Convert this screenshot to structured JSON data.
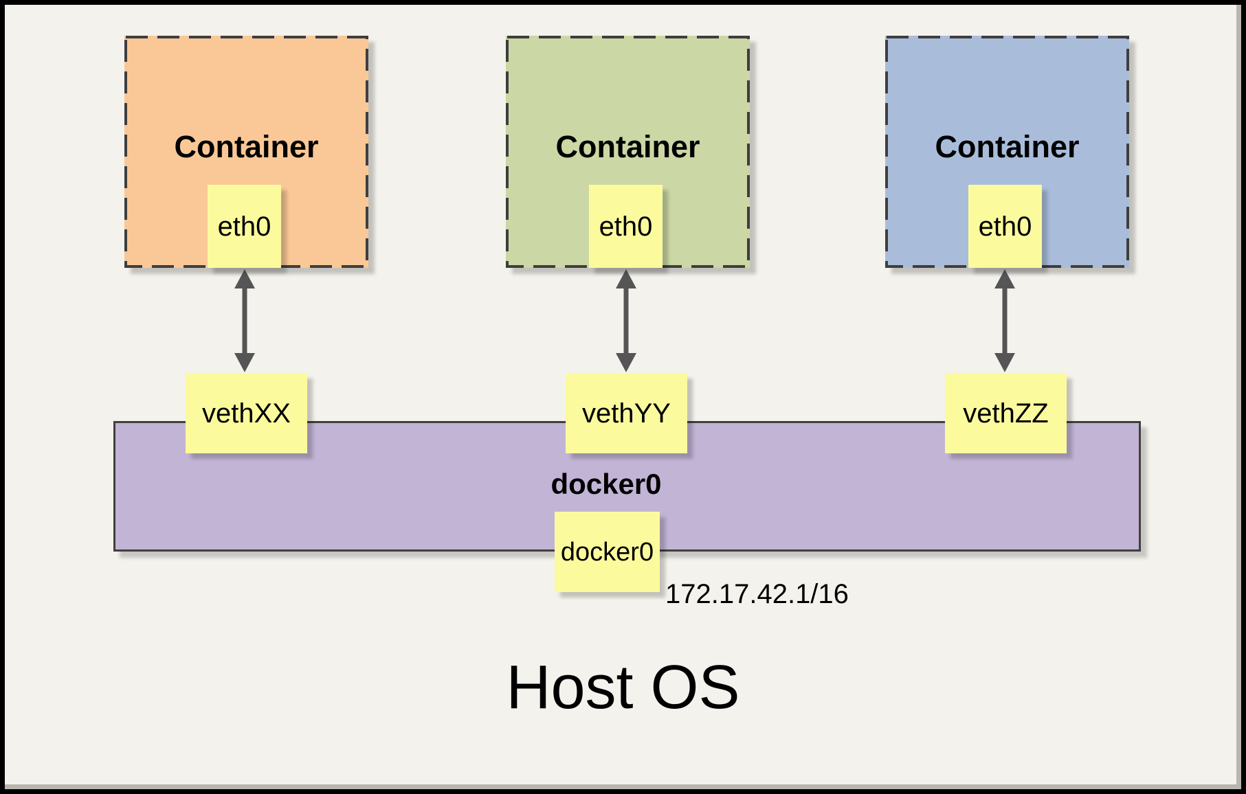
{
  "colors": {
    "page_background": "#F4F2EC",
    "frame_border": "#000000",
    "frame_inner_shadow": "#B8B6AF",
    "note_yellow": "#FBFB9E",
    "dashed_border": "#3E3E3E",
    "bridge_border": "#3F3F3F",
    "arrow": "#555555",
    "text": "#000000"
  },
  "containers": [
    {
      "title": "Container",
      "interface_label": "eth0",
      "fill": "#F9C896"
    },
    {
      "title": "Container",
      "interface_label": "eth0",
      "fill": "#CBD7A4"
    },
    {
      "title": "Container",
      "interface_label": "eth0",
      "fill": "#A9BDDB"
    }
  ],
  "veth_endpoints": [
    {
      "label": "vethXX"
    },
    {
      "label": "vethYY"
    },
    {
      "label": "vethZZ"
    }
  ],
  "bridge": {
    "title": "docker0",
    "interface_label": "docker0",
    "ip_cidr": "172.17.42.1/16",
    "fill": "#C2B4D5"
  },
  "host": {
    "title": "Host OS"
  }
}
